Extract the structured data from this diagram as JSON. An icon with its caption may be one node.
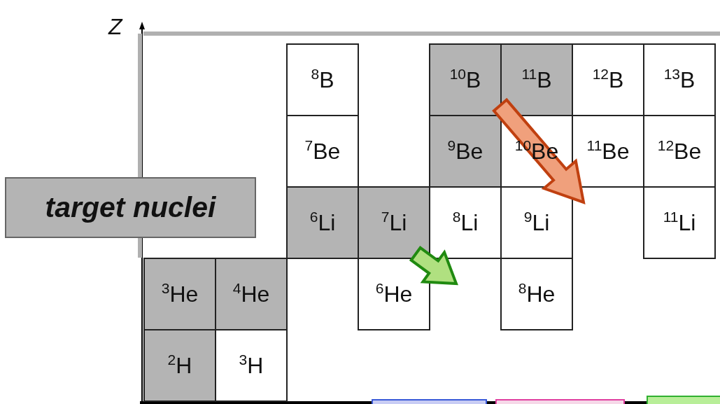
{
  "diagram": {
    "nodes": [
      {
        "text": [
          "$^{8}$B"
        ]
      },
      {
        "text": [
          "$^{10}$B"
        ]
      },
      {
        "text": [
          "$^{11}$B"
        ]
      },
      {
        "text": [
          "$^{12}$B"
        ]
      },
      {
        "text": [
          "$^{13}$B"
        ]
      },
      {
        "text": [
          "$^{7}$Be"
        ]
      },
      {
        "text": [
          "$^{9}$Be"
        ]
      },
      {
        "text": [
          "$^{10}$Be"
        ]
      },
      {
        "text": [
          "$^{11}$Be"
        ]
      },
      {
        "text": [
          "$^{12}$Be"
        ]
      },
      {
        "text": [
          "$^{6}$Li"
        ]
      },
      {
        "text": [
          "$^{7}$Li"
        ]
      },
      {
        "text": [
          "$^{8}$Li"
        ]
      },
      {
        "text": [
          "$^{9}$Li"
        ]
      },
      {
        "text": [
          "$^{11}$Li"
        ]
      },
      {
        "text": [
          "$^{3}$He"
        ]
      },
      {
        "text": [
          "$^{4}$He"
        ]
      },
      {
        "text": [
          "$^{6}$He"
        ]
      },
      {
        "text": [
          "$^{8}$He"
        ]
      },
      {
        "text": [
          "$^{2}$H"
        ]
      },
      {
        "text": [
          "$^{3}$H"
        ]
      }
    ],
    "edges": [
      {
        "from": 2,
        "to": null,
        "arrow": "to",
        "color": "#c04010"
      },
      {
        "from": 11,
        "to": null,
        "arrow": "to",
        "color": "#208a10"
      }
    ],
    "labels": [
      "Z"
    ],
    "legend": [
      {
        "text": "target nuclei",
        "color": "#b4b4b4"
      }
    ]
  }
}
